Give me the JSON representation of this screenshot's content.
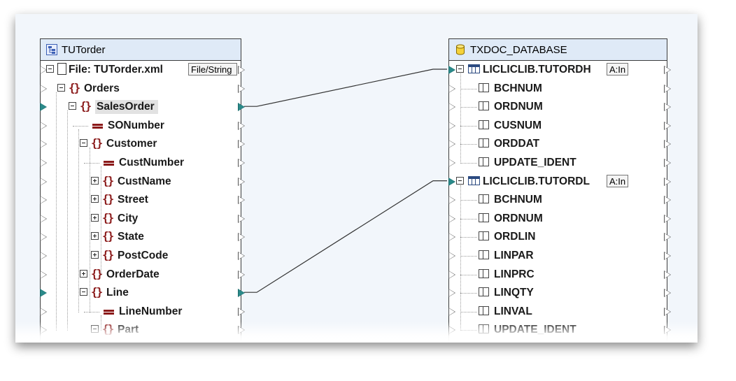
{
  "source": {
    "title": "TUTorder",
    "rows": [
      {
        "label": "File: TUTorder.xml",
        "kind": "file",
        "depth": 0,
        "expander": "minus",
        "button": "File/String"
      },
      {
        "label": "Orders",
        "kind": "element",
        "depth": 1,
        "expander": "minus"
      },
      {
        "label": "SalesOrder",
        "kind": "element",
        "depth": 2,
        "expander": "minus",
        "selected": true,
        "connected": true
      },
      {
        "label": "SONumber",
        "kind": "attribute",
        "depth": 3,
        "expander": "none"
      },
      {
        "label": "Customer",
        "kind": "element",
        "depth": 3,
        "expander": "minus"
      },
      {
        "label": "CustNumber",
        "kind": "attribute",
        "depth": 4,
        "expander": "none"
      },
      {
        "label": "CustName",
        "kind": "element",
        "depth": 4,
        "expander": "plus"
      },
      {
        "label": "Street",
        "kind": "element",
        "depth": 4,
        "expander": "plus"
      },
      {
        "label": "City",
        "kind": "element",
        "depth": 4,
        "expander": "plus"
      },
      {
        "label": "State",
        "kind": "element",
        "depth": 4,
        "expander": "plus"
      },
      {
        "label": "PostCode",
        "kind": "element",
        "depth": 4,
        "expander": "plus"
      },
      {
        "label": "OrderDate",
        "kind": "element",
        "depth": 3,
        "expander": "plus"
      },
      {
        "label": "Line",
        "kind": "element",
        "depth": 3,
        "expander": "minus",
        "connected": true
      },
      {
        "label": "LineNumber",
        "kind": "attribute",
        "depth": 4,
        "expander": "none"
      },
      {
        "label": "Part",
        "kind": "element",
        "depth": 4,
        "expander": "minus"
      }
    ]
  },
  "target": {
    "title": "TXDOC_DATABASE",
    "rows": [
      {
        "label": "LICLICLIB.TUTORDH",
        "kind": "table",
        "button": "A:In",
        "connected": true
      },
      {
        "label": "BCHNUM",
        "kind": "column"
      },
      {
        "label": "ORDNUM",
        "kind": "column"
      },
      {
        "label": "CUSNUM",
        "kind": "column"
      },
      {
        "label": "ORDDAT",
        "kind": "column"
      },
      {
        "label": "UPDATE_IDENT",
        "kind": "column"
      },
      {
        "label": "LICLICLIB.TUTORDL",
        "kind": "table",
        "button": "A:In",
        "connected": true
      },
      {
        "label": "BCHNUM",
        "kind": "column"
      },
      {
        "label": "ORDNUM",
        "kind": "column"
      },
      {
        "label": "ORDLIN",
        "kind": "column"
      },
      {
        "label": "LINPAR",
        "kind": "column"
      },
      {
        "label": "LINPRC",
        "kind": "column"
      },
      {
        "label": "LINQTY",
        "kind": "column"
      },
      {
        "label": "LINVAL",
        "kind": "column"
      },
      {
        "label": "UPDATE_IDENT",
        "kind": "column"
      }
    ]
  },
  "mappings": [
    {
      "from": "SalesOrder",
      "to": "LICLICLIB.TUTORDH"
    },
    {
      "from": "Line",
      "to": "LICLICLIB.TUTORDL"
    }
  ],
  "colors": {
    "title_bar": "#dfeaf7",
    "element_icon": "#8b1a1a",
    "wire": "#333333",
    "active_connector": "#2a8a8a"
  },
  "icons": {
    "source_title": "xml-schema-icon",
    "target_title": "database-icon"
  }
}
